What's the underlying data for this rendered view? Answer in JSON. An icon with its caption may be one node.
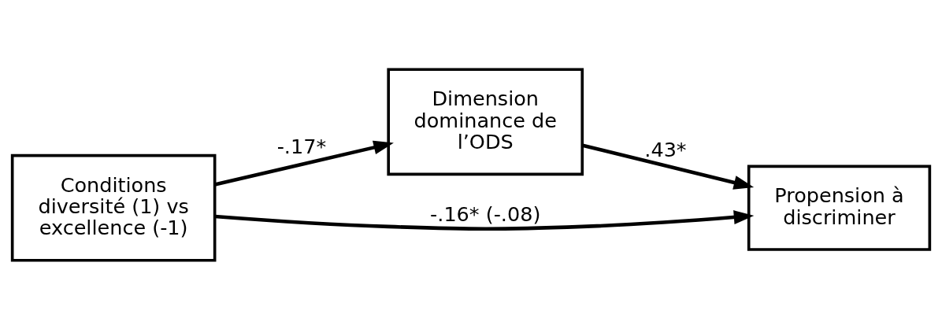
{
  "diagram": {
    "nodes": [
      {
        "text": [
          "Conditions diversité (1) vs excellence (-1)"
        ]
      },
      {
        "text": [
          "Dimension dominance de l’ODS"
        ]
      },
      {
        "text": [
          "Propension à discriminer"
        ]
      }
    ],
    "edges": [
      {
        "from": 0,
        "to": 1,
        "arrow": "to",
        "label": "-.17*"
      },
      {
        "from": 1,
        "to": 2,
        "arrow": "to",
        "label": ".43*"
      },
      {
        "from": 0,
        "to": 2,
        "arrow": "to",
        "label": "-.16* (-.08)"
      }
    ]
  }
}
